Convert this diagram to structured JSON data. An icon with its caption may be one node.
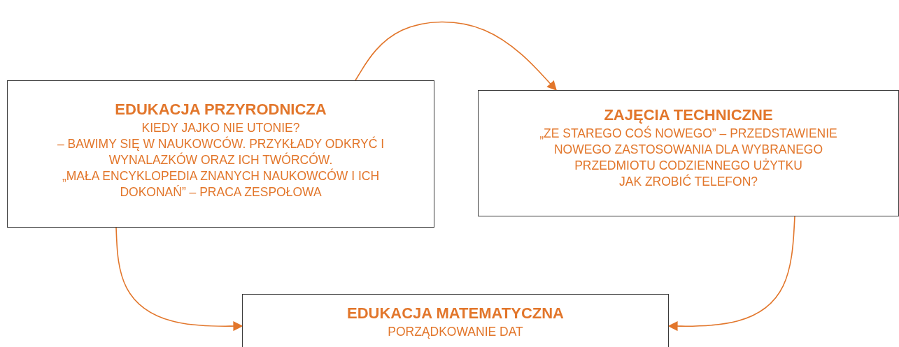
{
  "diagram": {
    "nodes": [
      {
        "text": [
          "EDUKACJA PRZYRODNICZA",
          "KIEDY JAJKO NIE UTONIE?",
          "– BAWIMY SIĘ W NAUKOWCÓW. PRZYKŁADY ODKRYĆ I WYNALAZKÓW ORAZ ICH TWÓRCÓW.",
          "„MAŁA ENCYKLOPEDIA ZNANYCH NAUKOWCÓW I ICH DOKONAŃ” – PRACA ZESPOŁOWA"
        ]
      },
      {
        "text": [
          "ZAJĘCIA TECHNICZNE",
          "„ZE STAREGO COŚ NOWEGO” – PRZEDSTAWIENIE NOWEGO ZASTOSOWANIA DLA WYBRANEGO PRZEDMIOTU CODZIENNEGO UŻYTKU",
          "JAK ZROBIĆ TELEFON?"
        ]
      },
      {
        "text": [
          "EDUKACJA MATEMATYCZNA",
          "PORZĄDKOWANIE DAT"
        ]
      }
    ],
    "edges": [
      {
        "from": 0,
        "to": 1,
        "arrow": "to"
      },
      {
        "from": 1,
        "to": 2,
        "arrow": "to"
      },
      {
        "from": 0,
        "to": 2,
        "arrow": "to"
      }
    ]
  }
}
